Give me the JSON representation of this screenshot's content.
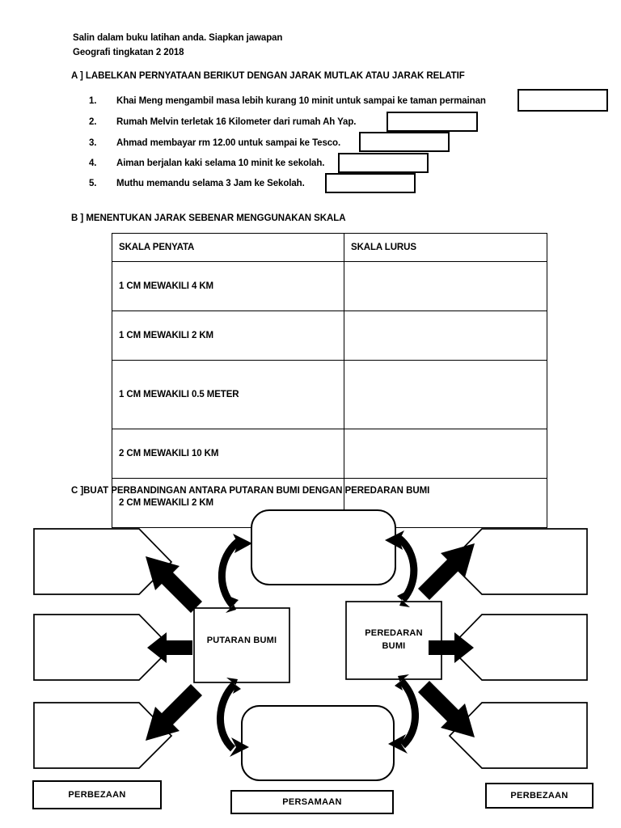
{
  "header": {
    "line1": "Salin dalam buku latihan anda. Siapkan jawapan",
    "line2": "Geografi tingkatan 2 2018"
  },
  "sections": {
    "a": {
      "title": "A ] LABELKAN PERNYATAAN BERIKUT DENGAN JARAK MUTLAK ATAU JARAK RELATIF",
      "questions": [
        {
          "num": "1.",
          "text": "Khai Meng mengambil masa lebih kurang 10 minit untuk sampai ke taman permainan",
          "answer": ""
        },
        {
          "num": "2.",
          "text": "Rumah Melvin terletak 16 Kilometer dari rumah Ah Yap.",
          "answer": ""
        },
        {
          "num": "3.",
          "text": "Ahmad membayar rm 12.00 untuk sampai ke Tesco.",
          "answer": ""
        },
        {
          "num": "4.",
          "text": "Aiman berjalan kaki selama 10 minit ke sekolah.",
          "answer": ""
        },
        {
          "num": "5.",
          "text": "Muthu memandu selama 3 Jam ke Sekolah.",
          "answer": ""
        }
      ]
    },
    "b": {
      "title": "B ] MENENTUKAN JARAK SEBENAR MENGGUNAKAN SKALA",
      "columns": [
        "SKALA PENYATA",
        "SKALA LURUS"
      ],
      "rows": [
        {
          "skala_penyata": "1 CM MEWAKILI 4 KM",
          "skala_lurus": ""
        },
        {
          "skala_penyata": "1 CM MEWAKILI 2 KM",
          "skala_lurus": ""
        },
        {
          "skala_penyata": "1 CM MEWAKILI 0.5 METER",
          "skala_lurus": ""
        },
        {
          "skala_penyata": "2 CM MEWAKILI 10 KM",
          "skala_lurus": ""
        },
        {
          "skala_penyata": "2 CM MEWAKILI 2 KM",
          "skala_lurus": ""
        }
      ]
    },
    "c": {
      "title": "C ]BUAT PERBANDINGAN ANTARA PUTARAN BUMI DENGAN PEREDARAN BUMI",
      "center_left": "PUTARAN BUMI",
      "center_right": "PEREDARAN\nBUMI",
      "left_boxes": [
        "",
        "",
        ""
      ],
      "right_boxes": [
        "",
        "",
        ""
      ],
      "top_box": "",
      "bottom_box": "",
      "footer_left": "PERBEZAAN",
      "footer_middle": "PERSAMAAN",
      "footer_right": "PERBEZAAN"
    }
  },
  "colors": {
    "ink": "#000000",
    "paper": "#ffffff"
  }
}
